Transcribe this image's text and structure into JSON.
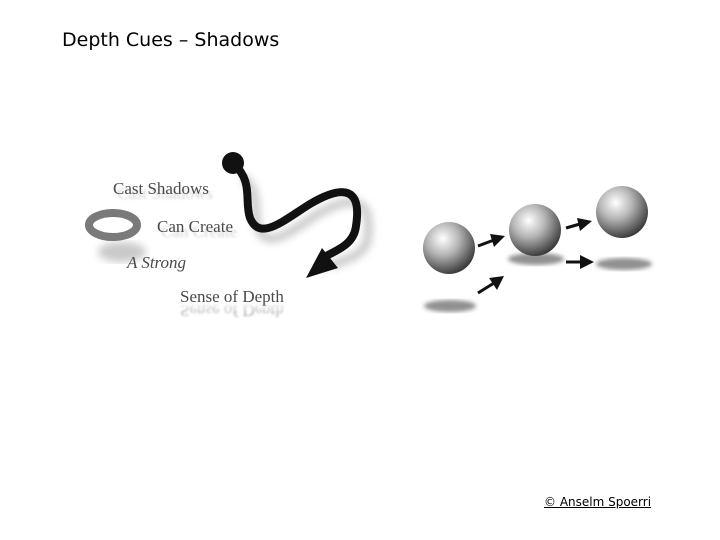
{
  "slide": {
    "title": "Depth Cues – Shadows",
    "credit": "© Anselm Spoerri"
  },
  "left_illustration": {
    "lines": [
      "Cast Shadows",
      "Can Create",
      "A Strong",
      "Sense of Depth"
    ]
  }
}
